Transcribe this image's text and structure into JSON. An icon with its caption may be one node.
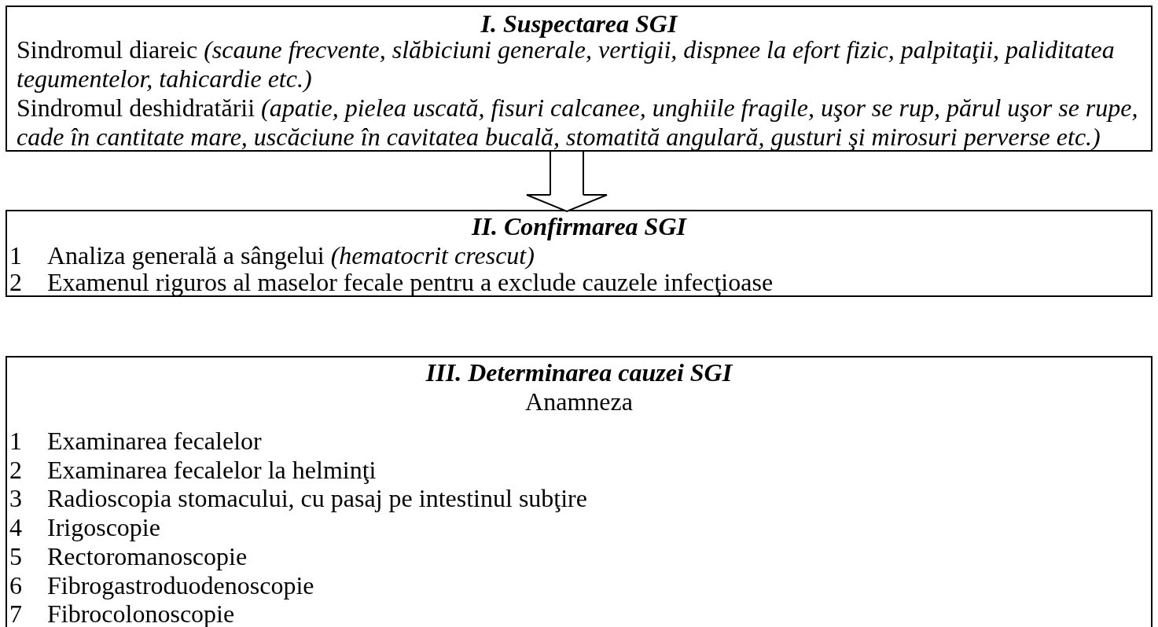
{
  "diagram": {
    "nodes": [
      {
        "text": [
          "I. Suspectarea SGI",
          "Sindromul diareic *(scaune frecvente, slăbiciuni generale, vertigii, dispnee la efort fizic, palpitaţii, paliditatea tegumentelor, tahicardie etc.)*",
          "Sindromul deshidratării *(apatie, pielea uscată, fisuri calcanee, unghiile fragile, uşor se rup, părul uşor se rupe, cade în cantitate mare, uscăciune în cavitatea bucală, stomatită angulară, gusturi şi mirosuri perverse etc.)*"
        ]
      },
      {
        "text": [
          "II. Confirmarea SGI",
          "1",
          "Analiza generală a sângelui *(hematocrit crescut)*",
          "2",
          "Examenul riguros al maselor fecale pentru a exclude cauzele infecţioase"
        ]
      },
      {
        "text": [
          "III. Determinarea cauzei SGI",
          "Anamneza",
          "1",
          "Examinarea fecalelor",
          "2",
          "Examinarea fecalelor la helminţi",
          "3",
          "Radioscopia stomacului, cu pasaj pe intestinul subţire",
          "4",
          "Irigoscopie",
          "5",
          "Rectoromanoscopie",
          "6",
          "Fibrogastroduodenoscopie",
          "7",
          "Fibrocolonoscopie"
        ]
      }
    ],
    "edges": [
      {
        "from": 0,
        "to": 1,
        "arrow": "to"
      }
    ]
  }
}
